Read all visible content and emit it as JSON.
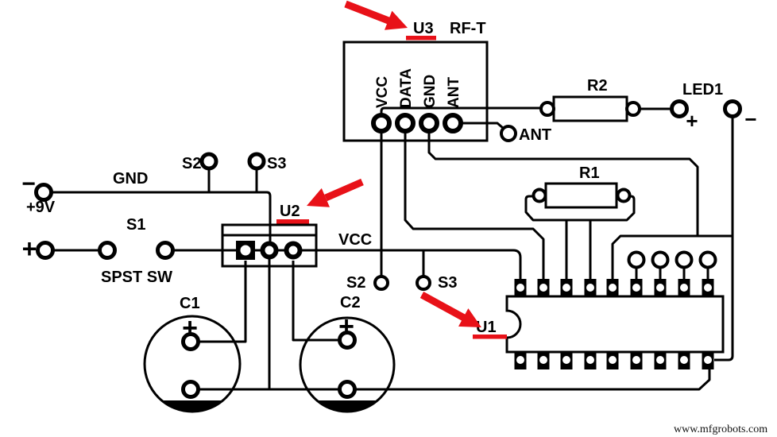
{
  "diagram": {
    "colors": {
      "wire": "#000000",
      "highlight": "#e81118",
      "background": "#ffffff"
    },
    "watermark": "www.mfgrobots.com",
    "components": {
      "u3": {
        "ref": "U3",
        "name": "RF-T",
        "pins": [
          "VCC",
          "DATA",
          "GND",
          "ANT"
        ]
      },
      "ant_pad": {
        "label": "ANT"
      },
      "r2": {
        "ref": "R2"
      },
      "led1": {
        "ref": "LED1",
        "plus": "+",
        "minus": "−"
      },
      "r1": {
        "ref": "R1"
      },
      "u1": {
        "ref": "U1"
      },
      "u2": {
        "ref": "U2"
      },
      "s1": {
        "ref": "S1",
        "type": "SPST SW"
      },
      "battery": {
        "minus": "−",
        "plus": "+",
        "voltage": "+9V",
        "gnd_label": "GND"
      },
      "s2_top": "S2",
      "s3_top": "S3",
      "s2_bottom": "S2",
      "s3_bottom": "S3",
      "vcc_rail": "VCC",
      "c1": {
        "ref": "C1",
        "plus": "+"
      },
      "c2": {
        "ref": "C2",
        "plus": "+"
      }
    }
  }
}
